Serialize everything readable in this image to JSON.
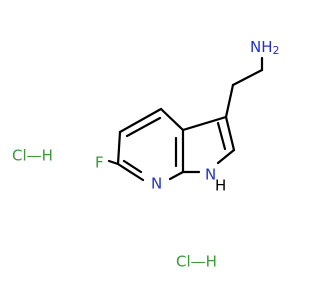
{
  "molecule": {
    "amine_label": "NH",
    "amine_subscript": "2",
    "fluoro_label": "F",
    "ring_n_label": "N",
    "pyrrole_n_label": "N",
    "pyrrole_h_label": "H"
  },
  "salts": [
    {
      "label": "Cl—H"
    },
    {
      "label": "Cl—H"
    }
  ],
  "colors": {
    "bond": "#000000",
    "nitrogen": "#2332c8",
    "fluorine": "#3a9a3a",
    "chlorine": "#3a9a3a",
    "hydrogen": "#000000"
  }
}
